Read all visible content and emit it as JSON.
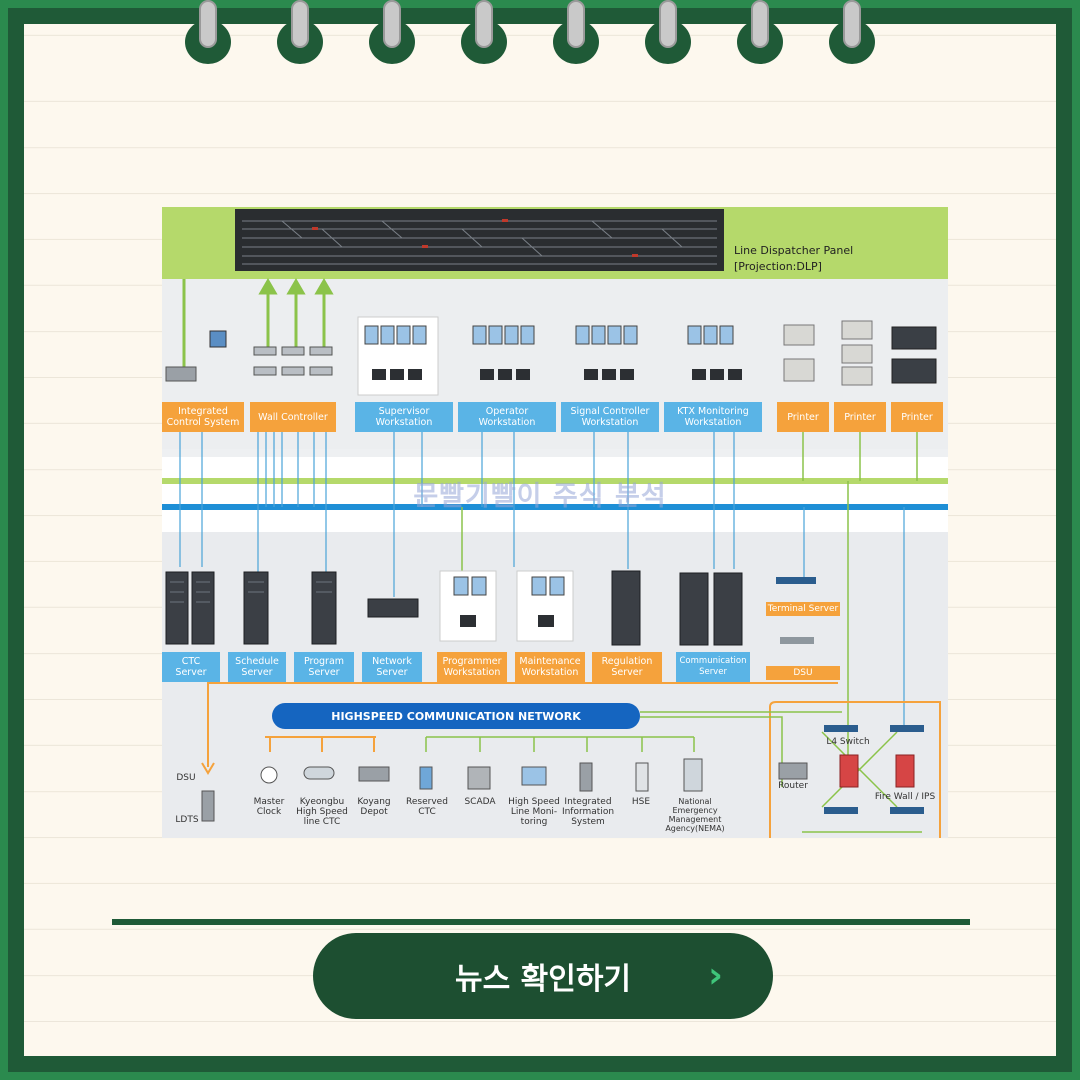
{
  "diagram": {
    "dispatcher_panel": [
      "Line Dispatcher Panel",
      "[Projection:DLP]"
    ],
    "top_boxes": [
      {
        "label": "Integrated\nControl System",
        "color": "#f5a23c"
      },
      {
        "label": "Wall Controller",
        "color": "#f5a23c"
      },
      {
        "label": "Supervisor\nWorkstation",
        "color": "#5ab4e6"
      },
      {
        "label": "Operator\nWorkstation",
        "color": "#5ab4e6"
      },
      {
        "label": "Signal Controller\nWorkstation",
        "color": "#5ab4e6"
      },
      {
        "label": "KTX Monitoring\nWorkstation",
        "color": "#5ab4e6"
      },
      {
        "label": "Printer",
        "color": "#f5a23c"
      },
      {
        "label": "Printer",
        "color": "#f5a23c"
      },
      {
        "label": "Printer",
        "color": "#f5a23c"
      }
    ],
    "bottom_boxes": [
      {
        "label": "CTC\nServer",
        "color": "#5ab4e6"
      },
      {
        "label": "Schedule\nServer",
        "color": "#5ab4e6"
      },
      {
        "label": "Program\nServer",
        "color": "#5ab4e6"
      },
      {
        "label": "Network\nServer",
        "color": "#5ab4e6"
      },
      {
        "label": "Programmer\nWorkstation",
        "color": "#f5a23c"
      },
      {
        "label": "Maintenance\nWorkstation",
        "color": "#f5a23c"
      },
      {
        "label": "Regulation\nServer",
        "color": "#f5a23c"
      },
      {
        "label": "Communication\nServer",
        "color": "#5ab4e6"
      }
    ],
    "terminal_server": "Terminal Server",
    "dsu_box": "DSU",
    "network_banner": "HIGHSPEED COMMUNICATION NETWORK",
    "dsu_label": "DSU",
    "ldts_label": "LDTS",
    "endpoints": [
      "Master\nClock",
      "Kyeongbu\nHigh Speed\nline CTC",
      "Koyang\nDepot",
      "Reserved\nCTC",
      "SCADA",
      "High Speed\nLine Moni-\ntoring",
      "Integrated\nInformation\nSystem",
      "HSE",
      "National\nEmergency\nManagement\nAgency(NEMA)"
    ],
    "router_label": "Router",
    "l4_label": "L4 Switch",
    "firewall_label": "Fire Wall / IPS"
  },
  "watermark": "문빨기빨이 주식 분석",
  "button": {
    "label": "뉴스 확인하기",
    "chevron": "›"
  },
  "colors": {
    "frame_green": "#1f5a37",
    "button_green": "#1d4f31",
    "chevron_green": "#3fc57a",
    "orange": "#f5a23c",
    "blue": "#5ab4e6",
    "network_blue": "#1565c0",
    "lime": "#b5d96b"
  }
}
